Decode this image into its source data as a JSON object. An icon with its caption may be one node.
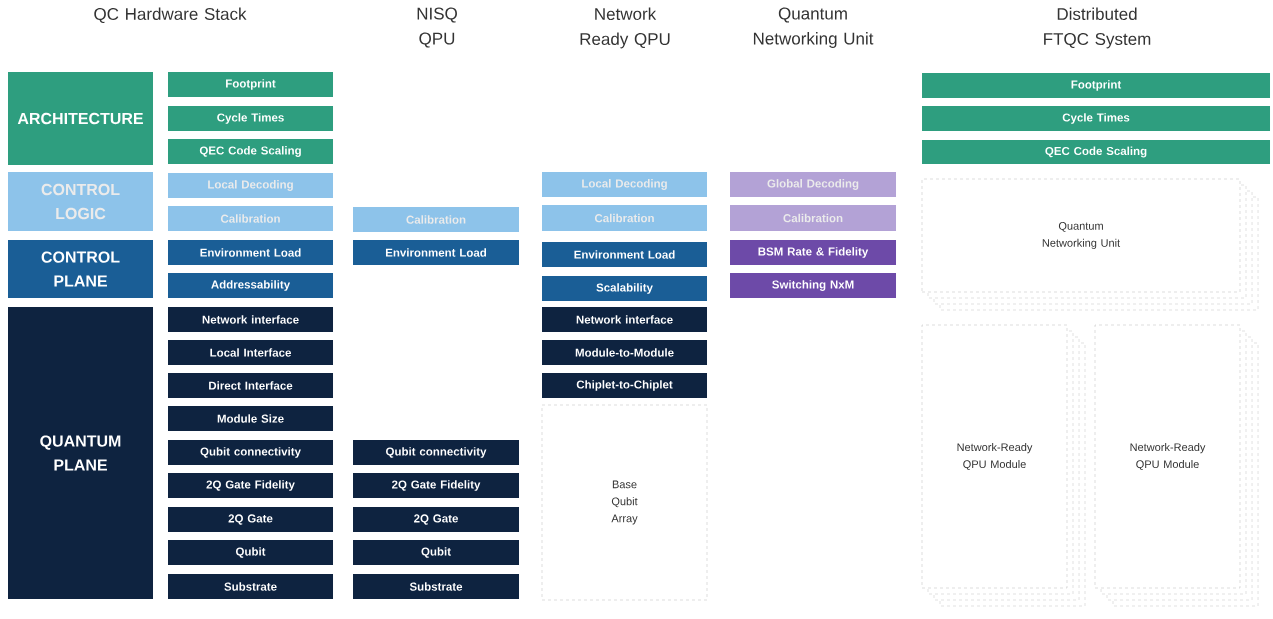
{
  "diagram": {
    "nodes": [
      {
        "text": [
          "ARCHITECTURE"
        ]
      },
      {
        "text": [
          "CONTROL LOGIC"
        ]
      },
      {
        "text": [
          "CONTROL PLANE"
        ]
      },
      {
        "text": [
          "QUANTUM PLANE"
        ]
      },
      {
        "text": [
          "Footprint"
        ]
      },
      {
        "text": [
          "Cycle Times"
        ]
      },
      {
        "text": [
          "QEC Code Scaling"
        ]
      },
      {
        "text": [
          "Local Decoding"
        ]
      },
      {
        "text": [
          "Calibration"
        ]
      },
      {
        "text": [
          "Environment Load"
        ]
      },
      {
        "text": [
          "Addressability"
        ]
      },
      {
        "text": [
          "Network interface"
        ]
      },
      {
        "text": [
          "Local Interface"
        ]
      },
      {
        "text": [
          "Direct Interface"
        ]
      },
      {
        "text": [
          "Module Size"
        ]
      },
      {
        "text": [
          "Qubit connectivity"
        ]
      },
      {
        "text": [
          "2Q Gate Fidelity"
        ]
      },
      {
        "text": [
          "2Q Gate"
        ]
      },
      {
        "text": [
          "Qubit"
        ]
      },
      {
        "text": [
          "Substrate"
        ]
      },
      {
        "text": [
          "Calibration"
        ]
      },
      {
        "text": [
          "Environment Load"
        ]
      },
      {
        "text": [
          "Qubit connectivity"
        ]
      },
      {
        "text": [
          "2Q Gate Fidelity"
        ]
      },
      {
        "text": [
          "2Q Gate"
        ]
      },
      {
        "text": [
          "Qubit"
        ]
      },
      {
        "text": [
          "Substrate"
        ]
      },
      {
        "text": [
          "Local Decoding"
        ]
      },
      {
        "text": [
          "Calibration"
        ]
      },
      {
        "text": [
          "Environment Load"
        ]
      },
      {
        "text": [
          "Scalability"
        ]
      },
      {
        "text": [
          "Network interface"
        ]
      },
      {
        "text": [
          "Module-to-Module"
        ]
      },
      {
        "text": [
          "Chiplet-to-Chiplet"
        ]
      },
      {
        "text": [
          "Base Qubit Array"
        ]
      },
      {
        "text": [
          "Global Decoding"
        ]
      },
      {
        "text": [
          "Calibration"
        ]
      },
      {
        "text": [
          "BSM Rate & Fidelity"
        ]
      },
      {
        "text": [
          "Switching NxM"
        ]
      },
      {
        "text": [
          "Footprint"
        ]
      },
      {
        "text": [
          "Cycle Times"
        ]
      },
      {
        "text": [
          "QEC Code Scaling"
        ]
      },
      {
        "text": [
          "Quantum Networking Unit"
        ]
      },
      {
        "text": [
          "Network-Ready QPU Module"
        ]
      },
      {
        "text": [
          "Network-Ready QPU Module"
        ]
      }
    ],
    "labels": [
      "QC Hardware Stack",
      "NISQ QPU",
      "Network Ready QPU",
      "Quantum Networking Unit",
      "Distributed FTQC System"
    ]
  }
}
